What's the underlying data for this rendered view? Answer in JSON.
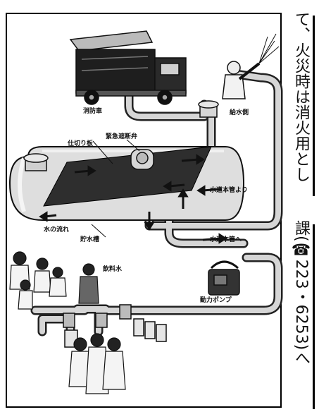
{
  "diagram": {
    "labels": {
      "fire_truck": "消防車",
      "water_supply_side": "給水側",
      "partition_plate": "仕切り板",
      "emergency_shutoff_valve": "緊急遮断弁",
      "from_water_main": "水道本管より",
      "water_flow": "水の流れ",
      "storage_tank": "貯水槽",
      "to_water_main": "水道本管へ",
      "drinking_water": "飲料水",
      "power_pump": "動力ポンプ"
    },
    "colors": {
      "pipe": "#d6d6d6",
      "tank": "#dedede",
      "partition": "#2e2e2e",
      "line": "#111111"
    }
  },
  "side_text": {
    "col1": "て、火災時は消火用とし",
    "col2": "課(☎223・6253)へ"
  }
}
